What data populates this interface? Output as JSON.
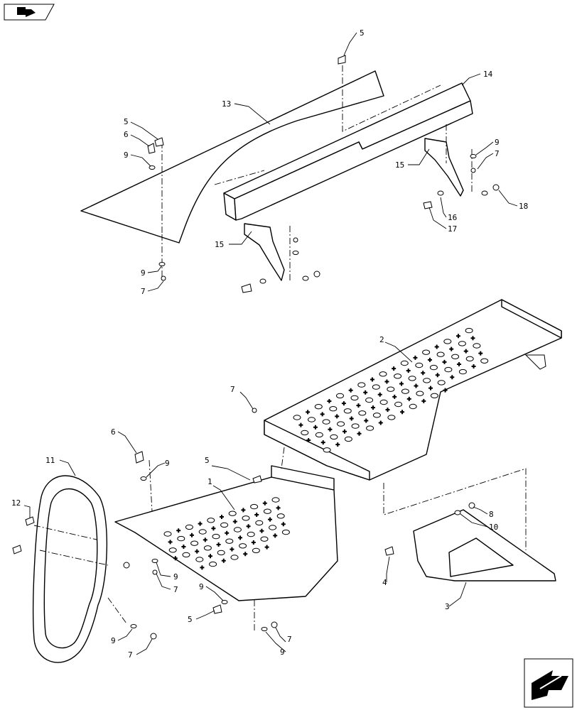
{
  "callouts": [
    {
      "id": "c1",
      "text": "1"
    },
    {
      "id": "c2",
      "text": "2"
    },
    {
      "id": "c3",
      "text": "3"
    },
    {
      "id": "c4",
      "text": "4"
    },
    {
      "id": "c5a",
      "text": "5"
    },
    {
      "id": "c5b",
      "text": "5"
    },
    {
      "id": "c5c",
      "text": "5"
    },
    {
      "id": "c5d",
      "text": "5"
    },
    {
      "id": "c6a",
      "text": "6"
    },
    {
      "id": "c6b",
      "text": "6"
    },
    {
      "id": "c7a",
      "text": "7"
    },
    {
      "id": "c7b",
      "text": "7"
    },
    {
      "id": "c7c",
      "text": "7"
    },
    {
      "id": "c7d",
      "text": "7"
    },
    {
      "id": "c7e",
      "text": "7"
    },
    {
      "id": "c7f",
      "text": "7"
    },
    {
      "id": "c8",
      "text": "8"
    },
    {
      "id": "c9a",
      "text": "9"
    },
    {
      "id": "c9b",
      "text": "9"
    },
    {
      "id": "c9c",
      "text": "9"
    },
    {
      "id": "c9d",
      "text": "9"
    },
    {
      "id": "c9e",
      "text": "9"
    },
    {
      "id": "c9f",
      "text": "9"
    },
    {
      "id": "c9g",
      "text": "9"
    },
    {
      "id": "c9h",
      "text": "9"
    },
    {
      "id": "c10",
      "text": "10"
    },
    {
      "id": "c11",
      "text": "11"
    },
    {
      "id": "c12",
      "text": "12"
    },
    {
      "id": "c13",
      "text": "13"
    },
    {
      "id": "c14",
      "text": "14"
    },
    {
      "id": "c15a",
      "text": "15"
    },
    {
      "id": "c15b",
      "text": "15"
    },
    {
      "id": "c16",
      "text": "16"
    },
    {
      "id": "c17",
      "text": "17"
    },
    {
      "id": "c18",
      "text": "18"
    }
  ],
  "icons": {
    "top_left": "book-arrow-icon",
    "bottom_right": "next-page-arrow-icon"
  }
}
